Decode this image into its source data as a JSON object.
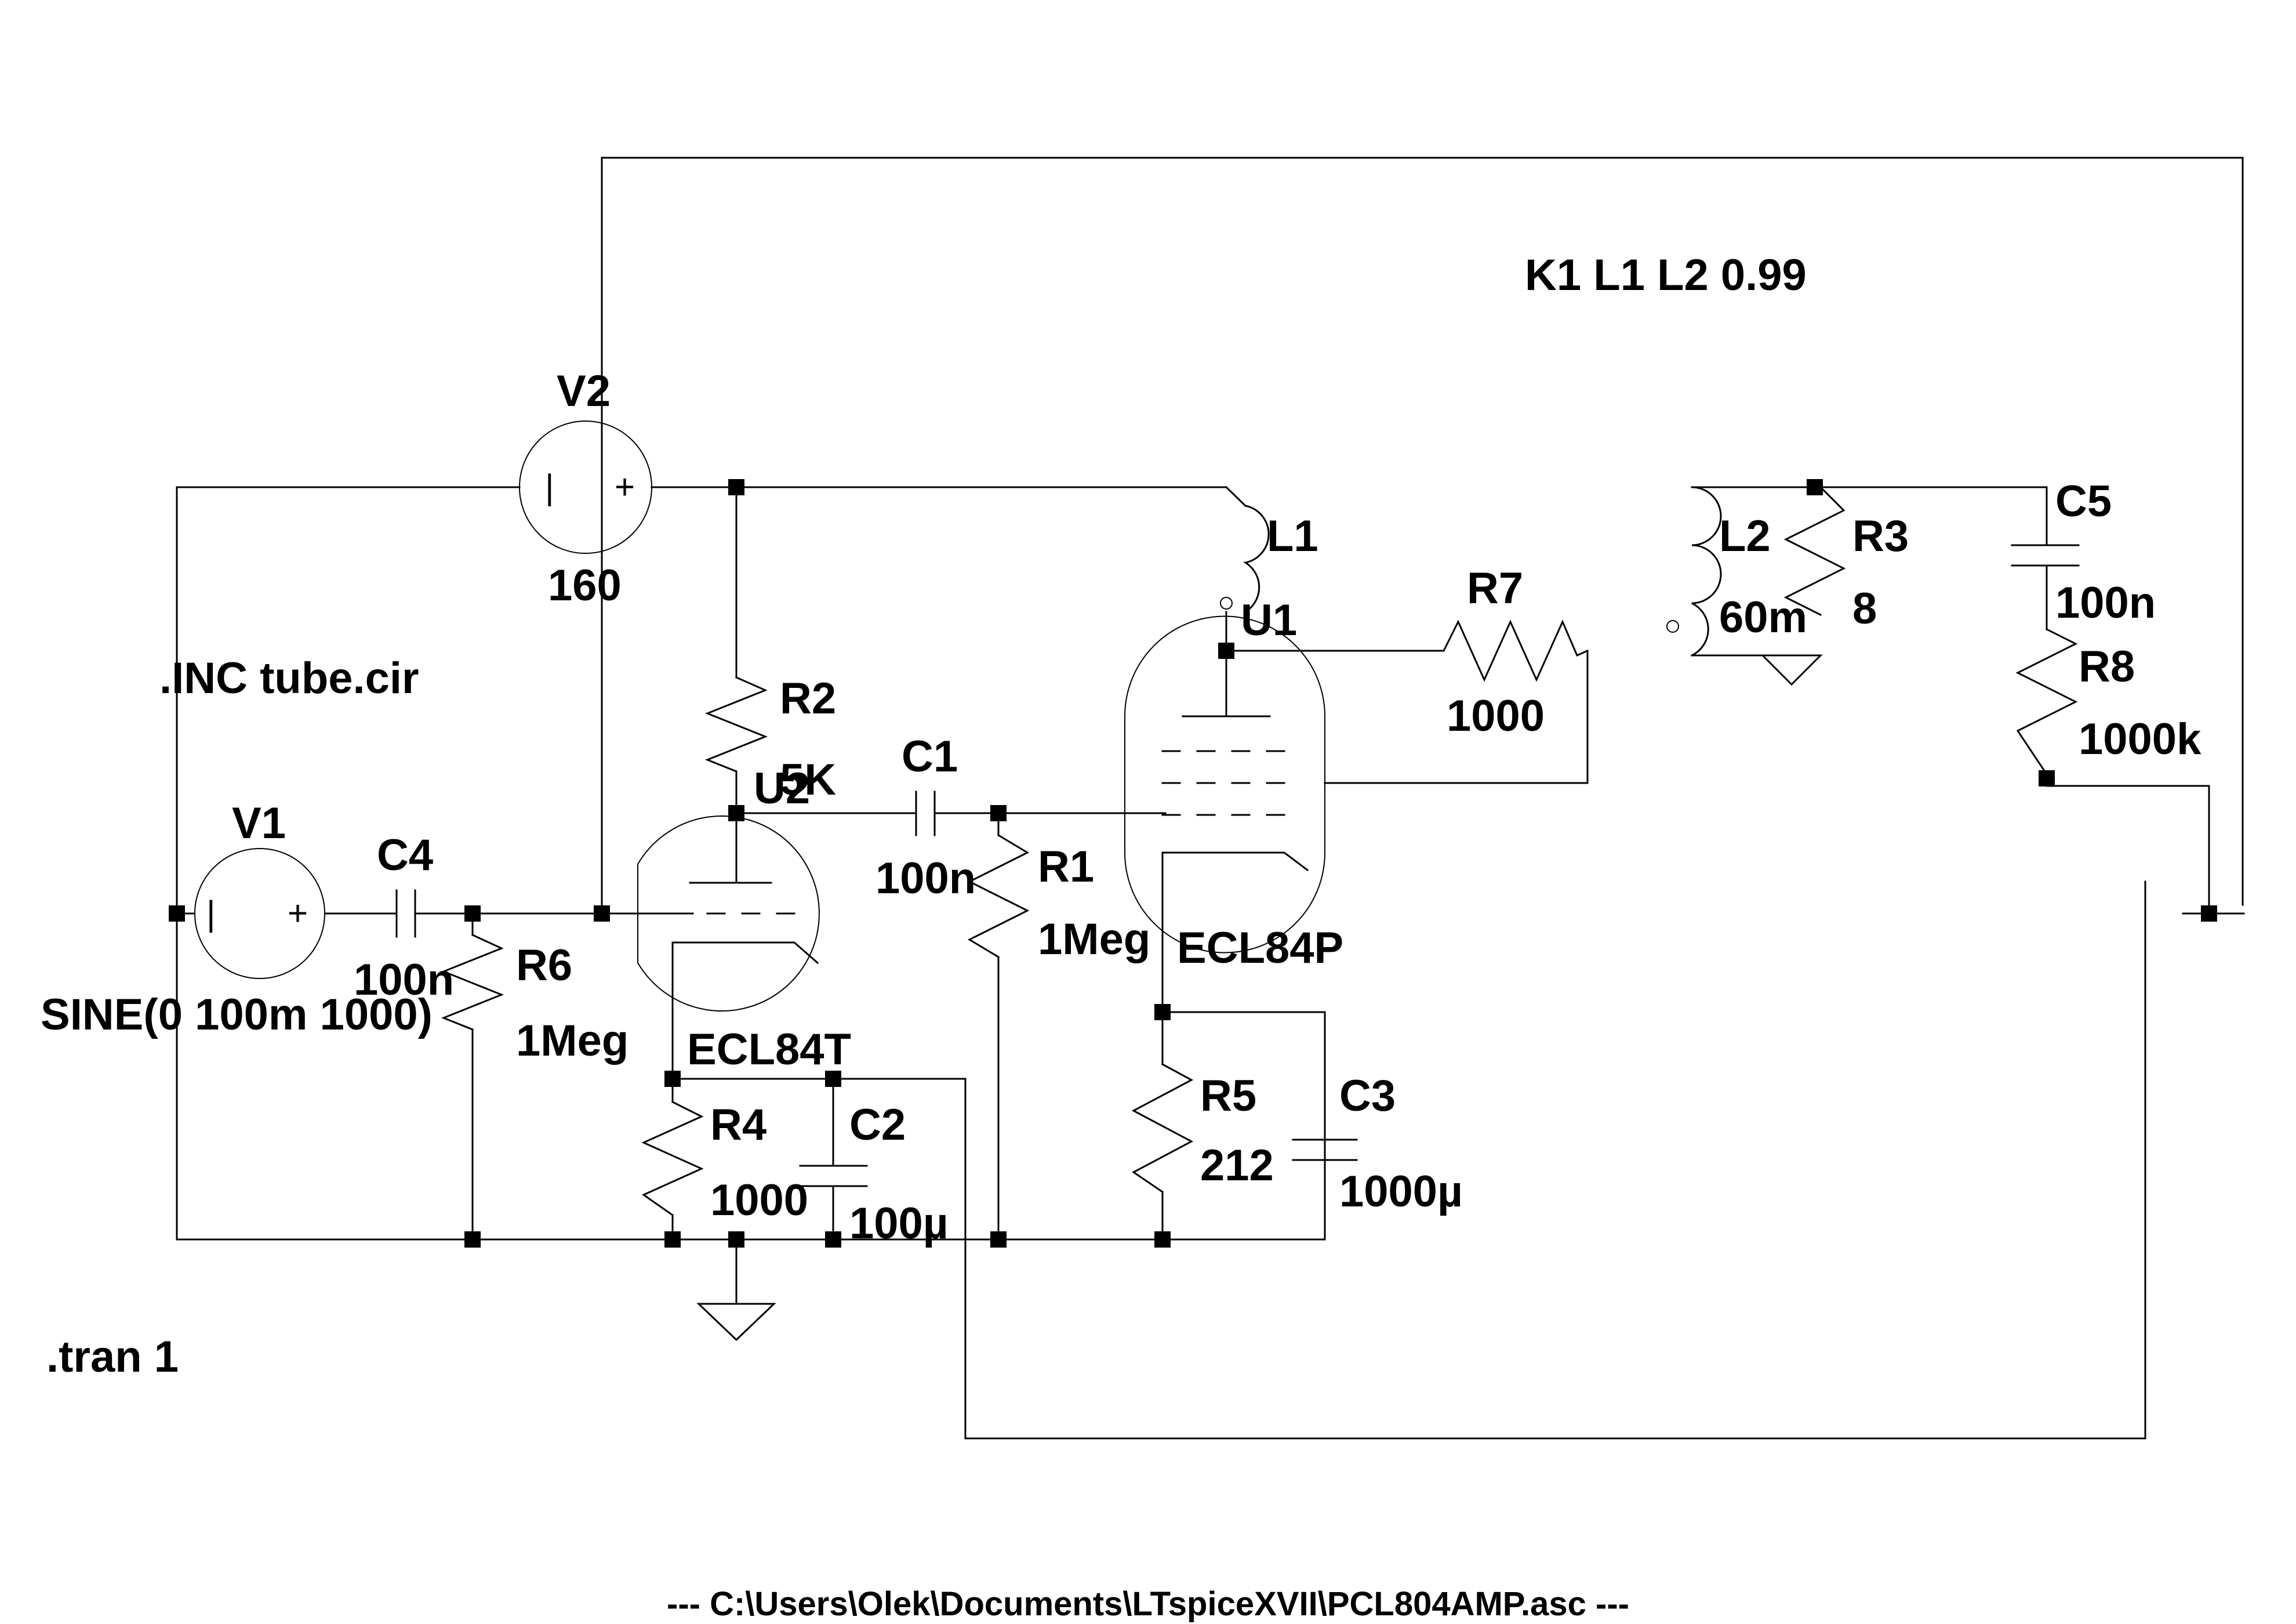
{
  "footer": {
    "path": "---  C:\\Users\\Olek\\Documents\\LTspiceXVII\\PCL804AMP.asc  ---"
  },
  "directives": {
    "include": ".INC tube.cir",
    "tran": ".tran 1",
    "coupling": "K1 L1 L2 0.99",
    "sine": "SINE(0 100m 1000)"
  },
  "components": {
    "V1": {
      "ref": "V1"
    },
    "V2": {
      "ref": "V2",
      "value": "160"
    },
    "C1": {
      "ref": "C1",
      "value": "100n"
    },
    "C2": {
      "ref": "C2",
      "value": "100µ"
    },
    "C3": {
      "ref": "C3",
      "value": "1000µ"
    },
    "C4": {
      "ref": "C4",
      "value": "100n"
    },
    "C5": {
      "ref": "C5",
      "value": "100n"
    },
    "R1": {
      "ref": "R1",
      "value": "1Meg"
    },
    "R2": {
      "ref": "R2",
      "value": "5K"
    },
    "R3": {
      "ref": "R3",
      "value": "8"
    },
    "R4": {
      "ref": "R4",
      "value": "1000"
    },
    "R5": {
      "ref": "R5",
      "value": "212"
    },
    "R6": {
      "ref": "R6",
      "value": "1Meg"
    },
    "R7": {
      "ref": "R7",
      "value": "1000"
    },
    "R8": {
      "ref": "R8",
      "value": "1000k"
    },
    "L1": {
      "ref": "L1"
    },
    "L2": {
      "ref": "L2",
      "value": "60m"
    },
    "U1": {
      "ref": "U1",
      "model": "ECL84P"
    },
    "U2": {
      "ref": "U2",
      "model": "ECL84T"
    }
  },
  "glyphs": {
    "minus": "|",
    "plus": "+"
  }
}
